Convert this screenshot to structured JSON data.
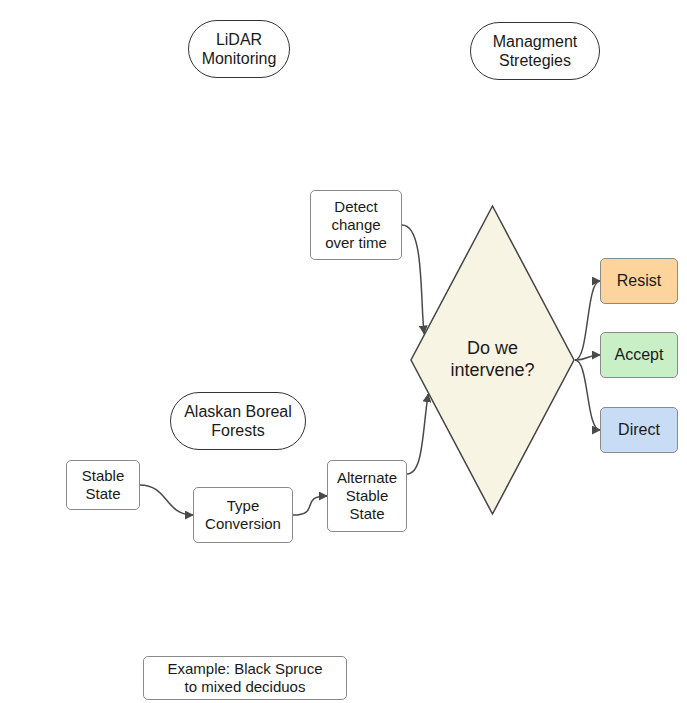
{
  "diagram": {
    "nodes": [
      {
        "text": [
          "LiDAR Monitoring"
        ]
      },
      {
        "text": [
          "Detect change over time"
        ],
        "in": 0
      },
      {
        "text": [
          "Alaskan Boreal Forests"
        ]
      },
      {
        "text": [
          "Stable State"
        ],
        "in": 2
      },
      {
        "text": [
          "Type Conversion"
        ],
        "in": 2
      },
      {
        "text": [
          "Alternate Stable State"
        ],
        "in": 2
      },
      {
        "text": [
          "Example: Black Spruce to mixed deciduos"
        ],
        "in": 2
      },
      {
        "text": [
          "Managment Stretegies"
        ]
      },
      {
        "text": [
          "Do we intervene?"
        ],
        "in": 7
      },
      {
        "text": [
          "Resist"
        ],
        "in": 7
      },
      {
        "text": [
          "Accept"
        ],
        "in": 7
      },
      {
        "text": [
          "Direct"
        ],
        "in": 7
      }
    ],
    "edges": [
      {
        "from": 1,
        "to": 8,
        "arrow": "to"
      },
      {
        "from": 3,
        "to": 4,
        "arrow": "to"
      },
      {
        "from": 4,
        "to": 5,
        "arrow": "to"
      },
      {
        "from": 5,
        "to": 8,
        "arrow": "to"
      },
      {
        "from": 8,
        "to": 9,
        "arrow": "to"
      },
      {
        "from": 8,
        "to": 10,
        "arrow": "to"
      },
      {
        "from": 8,
        "to": 11,
        "arrow": "to"
      }
    ]
  }
}
